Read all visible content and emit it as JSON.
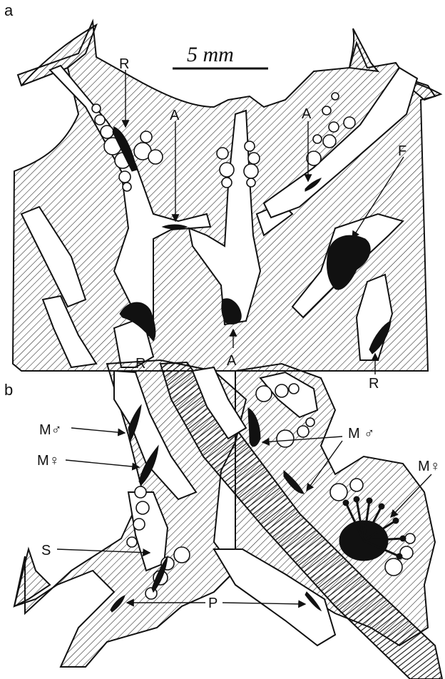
{
  "panels": {
    "a": "a",
    "b": "b"
  },
  "scale_bar": {
    "label": "5 mm"
  },
  "panel_a_labels": {
    "r1": "R",
    "a1": "A",
    "a2": "A",
    "f": "F",
    "r2": "R",
    "a3": "A",
    "r3": "R"
  },
  "panel_b_labels": {
    "m_male_left": "M♂",
    "m_female_left": "M♀",
    "s": "S",
    "p": "P",
    "m_male_right": "M ♂",
    "m_female_right": "M♀"
  }
}
